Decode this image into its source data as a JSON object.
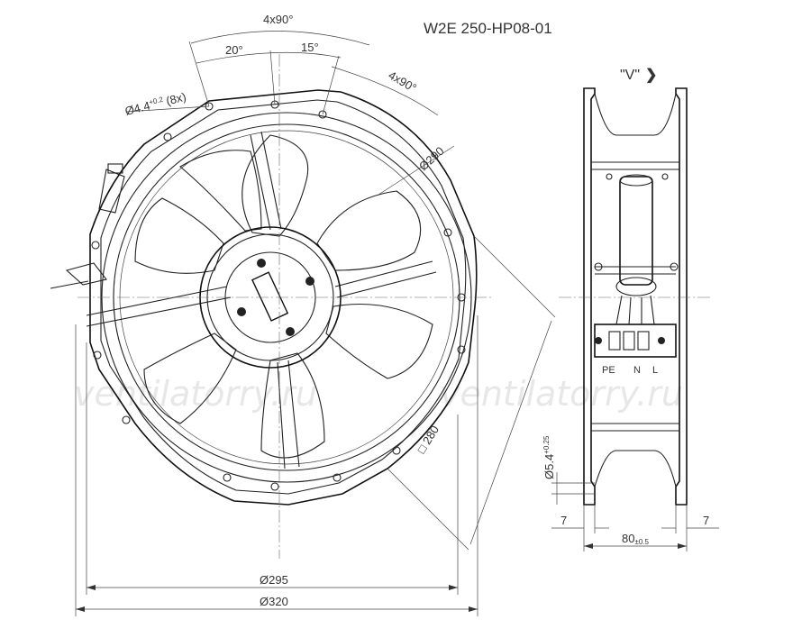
{
  "title": "W2E 250-HP08-01",
  "view_label": "\"V\"",
  "view_arrow": "❯",
  "watermark": "ventilatorry.ru",
  "dimensions": {
    "angle_4x90_top": "4x90°",
    "angle_20": "20°",
    "angle_15": "15°",
    "angle_4x90_right": "4x90°",
    "hole_dia": "Ø4.4",
    "hole_tol": "+0.2",
    "hole_count": "(8x)",
    "dia_290": "Ø290",
    "square_280": "280",
    "dia_295": "Ø295",
    "dia_320": "Ø320",
    "side_dia": "Ø5.4",
    "side_dia_tol": "+0.25",
    "depth_80": "80",
    "depth_tol": "±0.5",
    "flange_left": "7",
    "flange_right": "7"
  },
  "terminals": {
    "pe": "PE",
    "n": "N",
    "l": "L"
  }
}
